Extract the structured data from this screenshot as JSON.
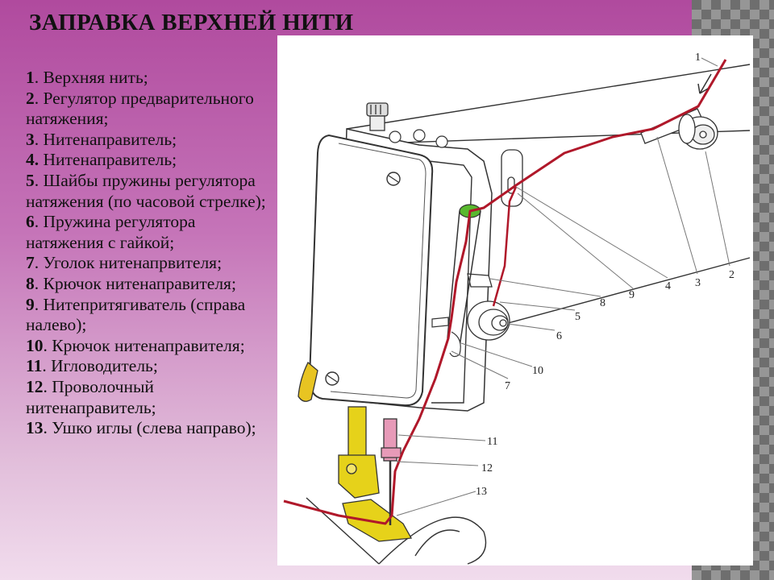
{
  "title": "ЗАПРАВКА ВЕРХНЕЙ  НИТИ",
  "legend": [
    {
      "num": "1",
      "text": ". Верхняя нить;"
    },
    {
      "num": "2",
      "text": ". Регулятор предварительного натяжения;"
    },
    {
      "num": "3",
      "text": ". Нитенаправитель;"
    },
    {
      "num": "4.",
      "text": " Нитенаправитель;"
    },
    {
      "num": "5",
      "text": ". Шайбы пружины регулятора натяжения (по часовой стрелке);"
    },
    {
      "num": "6",
      "text": ". Пружина регулятора натяжения с гайкой;"
    },
    {
      "num": "7",
      "text": ". Уголок нитенапрвителя;"
    },
    {
      "num": "8",
      "text": ". Крючок нитенаправителя;"
    },
    {
      "num": "9",
      "text": ". Нитепритягиватель (справа налево);"
    },
    {
      "num": "10",
      "text": ". Крючок нитенаправителя;"
    },
    {
      "num": "11",
      "text": ". Игловодитель;"
    },
    {
      "num": "12",
      "text": ". Проволочный нитенаправитель;"
    },
    {
      "num": "13",
      "text": ". Ушко иглы (слева направо);"
    }
  ],
  "callouts": {
    "c1": "1",
    "c2": "2",
    "c3": "3",
    "c4": "4",
    "c5": "5",
    "c6": "6",
    "c7": "7",
    "c8": "8",
    "c9": "9",
    "c10": "10",
    "c11": "11",
    "c12": "12",
    "c13": "13"
  },
  "colors": {
    "thread": "#b0182a",
    "presser_foot": "#e6d21a",
    "needle_bar": "#e79ab8",
    "lever_tab": "#e8c422",
    "take_up_ring": "#58b82e"
  }
}
